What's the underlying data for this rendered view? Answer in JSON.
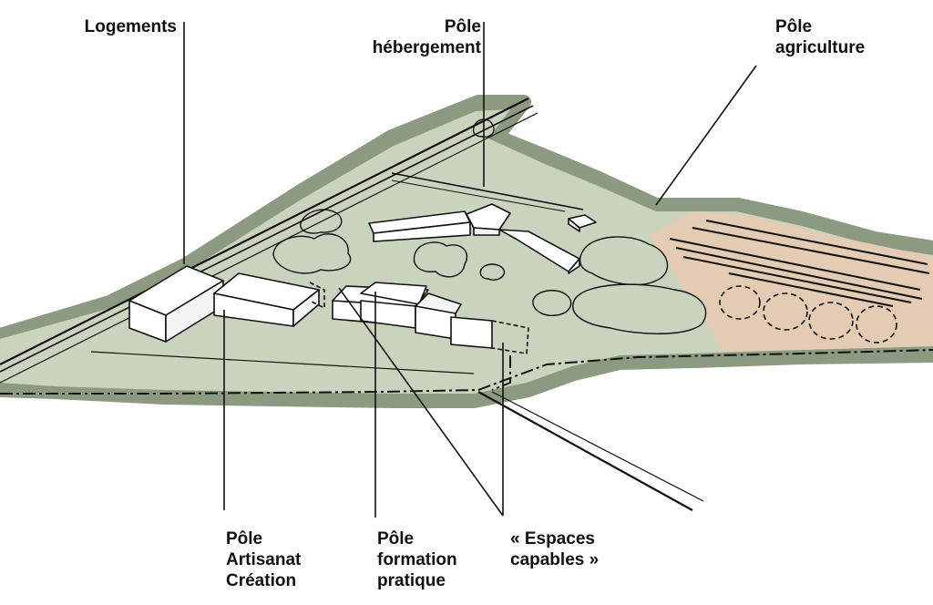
{
  "labels": {
    "logements": [
      "Logements"
    ],
    "pole_hebergement": [
      "Pôle",
      "hébergement"
    ],
    "pole_agriculture": [
      "Pôle",
      "agriculture"
    ],
    "pole_artisanat": [
      "Pôle",
      "Artisanat",
      "Création"
    ],
    "pole_formation": [
      "Pôle",
      "formation",
      "pratique"
    ],
    "espaces_capables": [
      "« Espaces",
      "capables »"
    ]
  },
  "colors": {
    "site_green": "#c9d3be",
    "halo_green": "#8d9a82",
    "field_beige": "#e3cbb4",
    "ink": "#111111",
    "building": "#ffffff"
  }
}
